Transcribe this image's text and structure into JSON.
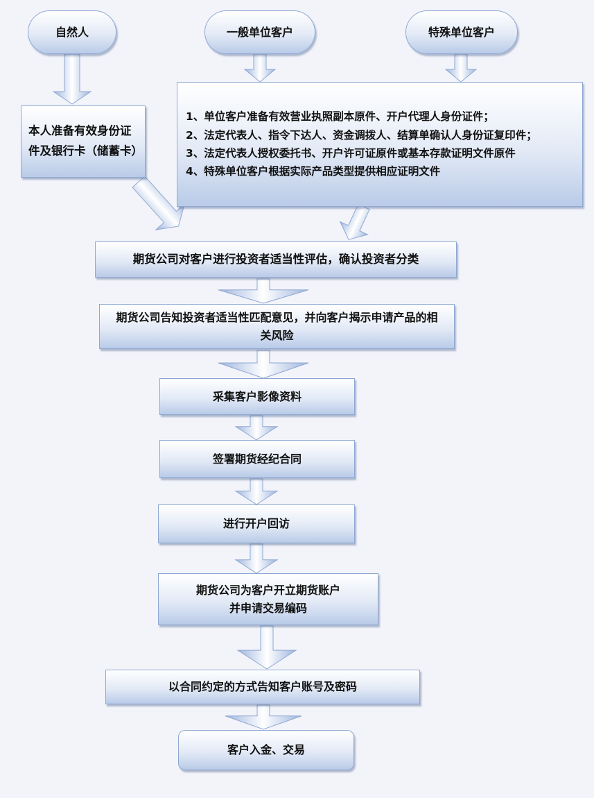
{
  "sources": {
    "natural_person": "自然人",
    "general_entity": "一般单位客户",
    "special_entity": "特殊单位客户"
  },
  "natural_person_requirements": "本人准备有效身份证件及银行卡（储蓄卡）",
  "entity_requirements": [
    "1、单位客户准备有效营业执照副本原件、开户代理人身份证件；",
    "2、法定代表人、指令下达人、资金调拨人、结算单确认人身份证复印件；",
    "3、法定代表人授权委托书、开户许可证原件或基本存款证明文件原件",
    "4、特殊单位客户根据实际产品类型提供相应证明文件"
  ],
  "steps": [
    "期货公司对客户进行投资者适当性评估，确认投资者分类",
    "期货公司告知投资者适当性匹配意见，并向客户揭示申请产品的相关风险",
    "采集客户影像资料",
    "签署期货经纪合同",
    "进行开户回访",
    "期货公司为客户开立期货账户\n并申请交易编码",
    "以合同约定的方式告知客户账号及密码",
    "客户入金、交易"
  ],
  "colors": {
    "background": "#f3f4fa",
    "box_border": "#8ea8d2",
    "box_fill": "#c9d7ee",
    "arrow": "#a9bfe3"
  }
}
